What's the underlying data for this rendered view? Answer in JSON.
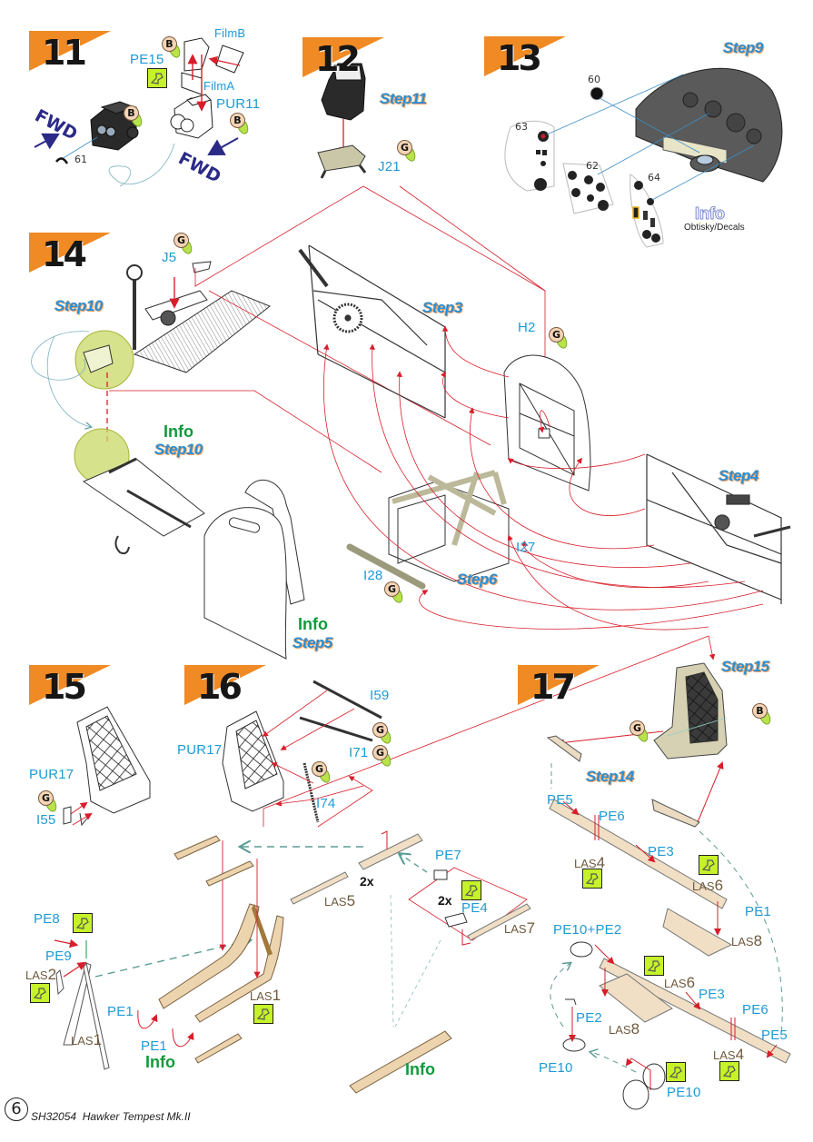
{
  "document": {
    "page_number": "6",
    "kit_code": "SH32054",
    "kit_title": "Hawker Tempest Mk.II",
    "accent_orange": "#f08a24",
    "part_label_color": "#1e9ad6",
    "laser_label_color": "#6e5a3e",
    "info_color": "#109a3a",
    "arrow_red": "#d81e2a",
    "guide_teal": "#5c9c94",
    "bend_icon_color": "#c6f22a"
  },
  "steps": [
    {
      "number": "11",
      "labels": {
        "film_b": "FilmB",
        "film_a": "FilmA",
        "pe15": "PE15",
        "pur11": "PUR11",
        "decal_61": "61",
        "fwd_left": "FWD",
        "fwd_right": "FWD"
      },
      "paint_badges": [
        "B",
        "B",
        "B"
      ],
      "icons": [
        "bend-icon"
      ]
    },
    {
      "number": "12",
      "labels": {
        "step_ref": "Step11",
        "j21": "J21"
      },
      "paint_badges": [
        "G"
      ]
    },
    {
      "number": "13",
      "labels": {
        "step_ref": "Step9",
        "decal_60": "60",
        "decal_63": "63",
        "decal_62": "62",
        "decal_64": "64",
        "info": "Info",
        "info_sub": "Obtisky/Decals"
      }
    },
    {
      "number": "14",
      "labels": {
        "j5": "J5",
        "step_ref_a": "Step10",
        "info": "Info",
        "step_ref_b": "Step10",
        "step3": "Step3",
        "h2": "H2",
        "step4": "Step4",
        "i27": "I27",
        "step6": "Step6",
        "i28": "I28",
        "info_seat": "Info",
        "step5": "Step5"
      },
      "paint_badges": [
        "G",
        "G",
        "G"
      ]
    },
    {
      "number": "15",
      "labels": {
        "pur17": "PUR17",
        "i55": "I55"
      },
      "paint_badges": [
        "G"
      ]
    },
    {
      "number": "16",
      "labels": {
        "pur17": "PUR17",
        "i59": "I59",
        "i71": "I71",
        "i74": "I74"
      },
      "paint_badges": [
        "G",
        "G",
        "G"
      ]
    },
    {
      "number": "17",
      "labels": {
        "step15": "Step15",
        "step14": "Step14",
        "pe5_top": "PE5",
        "pe6_top": "PE6",
        "pe3_top": "PE3",
        "las4_top_prefix": "LAS",
        "las4_top_num": "4",
        "las6_top_prefix": "LAS",
        "las6_top_num": "6",
        "pe1_right": "PE1",
        "las8_top_prefix": "LAS",
        "las8_top_num": "8",
        "pe10_pe2": "PE10+PE2",
        "las6_mid_prefix": "LAS",
        "las6_mid_num": "6",
        "pe3_mid": "PE3",
        "pe6_mid": "PE6",
        "pe5_mid": "PE5",
        "pe2": "PE2",
        "las8_mid_prefix": "LAS",
        "las8_mid_num": "8",
        "las4_mid_prefix": "LAS",
        "las4_mid_num": "4",
        "pe10_left": "PE10",
        "pe10_right": "PE10"
      },
      "paint_badges": [
        "G",
        "B"
      ]
    }
  ],
  "harness": {
    "pe8": "PE8",
    "pe9": "PE9",
    "las2_prefix": "LAS",
    "las2_num": "2",
    "las1_left_prefix": "LAS",
    "las1_left_num": "1",
    "pe1_a": "PE1",
    "pe1_b": "PE1",
    "info_left": "Info",
    "las1_right_prefix": "LAS",
    "las1_right_num": "1",
    "las5_prefix": "LAS",
    "las5_num": "5",
    "qty_a": "2x",
    "pe7": "PE7",
    "qty_b": "2x",
    "pe4": "PE4",
    "las7_prefix": "LAS",
    "las7_num": "7",
    "info_bottom": "Info"
  }
}
